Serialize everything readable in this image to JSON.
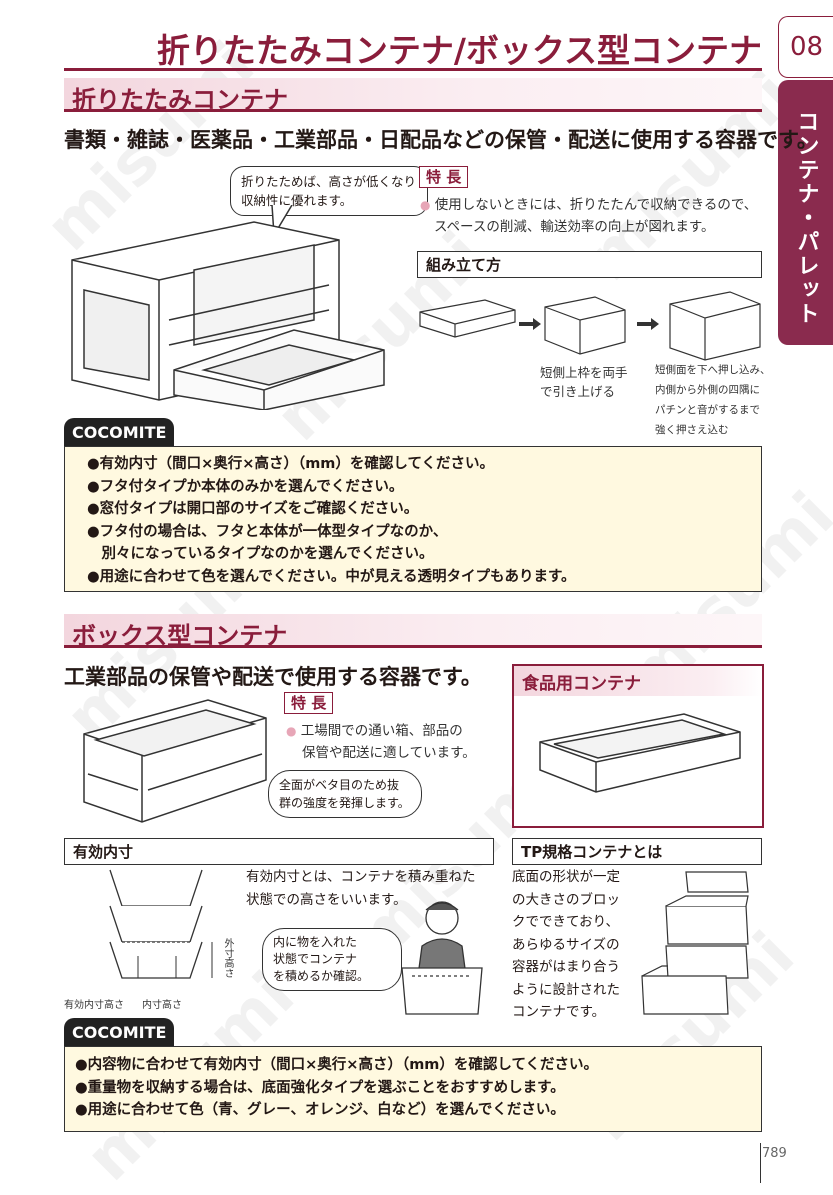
{
  "header": {
    "title": "折りたたみコンテナ/ボックス型コンテナ",
    "chapter_number": "08",
    "category": "コンテナ・パレット",
    "watermark": "misumi"
  },
  "folding": {
    "heading": "折りたたみコンテナ",
    "lead": "書類・雑誌・医薬品・工業部品・日配品などの保管・配送に使用する容器です。",
    "bubble": [
      "折りたためば、高さが低くなり",
      "収納性に優れます。"
    ],
    "feature_label": "特 長",
    "feature_text": [
      "使用しないときには、折りたたんで収納できるので、",
      "スペースの削減、輸送効率の向上が図れます。"
    ],
    "assembly_label": "組み立て方",
    "step1": [
      "短側上枠を両手",
      "で引き上げる"
    ],
    "step2": [
      "短側面を下へ押し込み、",
      "内側から外側の四隅に",
      "パチンと音がするまで",
      "強く押さえ込む"
    ],
    "cocomite_logo": "COCOMITE",
    "cocomite_items": [
      "●有効内寸（間口×奥行×高さ）（mm）を確認してください。",
      "●フタ付タイプか本体のみかを選んでください。",
      "●窓付タイプは開口部のサイズをご確認ください。",
      "●フタ付の場合は、フタと本体が一体型タイプなのか、",
      "　別々になっているタイプなのかを選んでください。",
      "●用途に合わせて色を選んでください。中が見える透明タイプもあります。"
    ]
  },
  "box": {
    "heading": "ボックス型コンテナ",
    "lead": "工業部品の保管や配送で使用する容器です。",
    "feature_label": "特 長",
    "feature_text": [
      "工場間での通い箱、部品の",
      "保管や配送に適しています。"
    ],
    "bubble": [
      "全面がベタ目のため抜",
      "群の強度を発揮します。"
    ],
    "food_title": "食品用コンテナ",
    "effective_label": "有効内寸",
    "effective_text": [
      "有効内寸とは、コンテナを積み重ねた",
      "状態での高さをいいます。"
    ],
    "effective_bubble": [
      "内に物を入れた",
      "状態でコンテナ",
      "を積めるか確認。"
    ],
    "outer_height_label": "外寸高さ",
    "effective_height_label": "有効内寸高さ",
    "inner_height_label": "内寸高さ",
    "tp_label": "TP規格コンテナとは",
    "tp_text": [
      "底面の形状が一定",
      "の大きさのブロッ",
      "クでできており、",
      "あらゆるサイズの",
      "容器がはまり合う",
      "ように設計された",
      "コンテナです。"
    ],
    "cocomite_logo": "COCOMITE",
    "cocomite_items": [
      "●内容物に合わせて有効内寸（間口×奥行×高さ）（mm）を確認してください。",
      "●重量物を収納する場合は、底面強化タイプを選ぶことをおすすめします。",
      "●用途に合わせて色（青、グレー、オレンジ、白など）を選んでください。"
    ]
  },
  "page_number": "789",
  "colors": {
    "accent": "#8a1d3b",
    "tab": "#8a2b4e",
    "note_bg": "#fff9e0"
  }
}
